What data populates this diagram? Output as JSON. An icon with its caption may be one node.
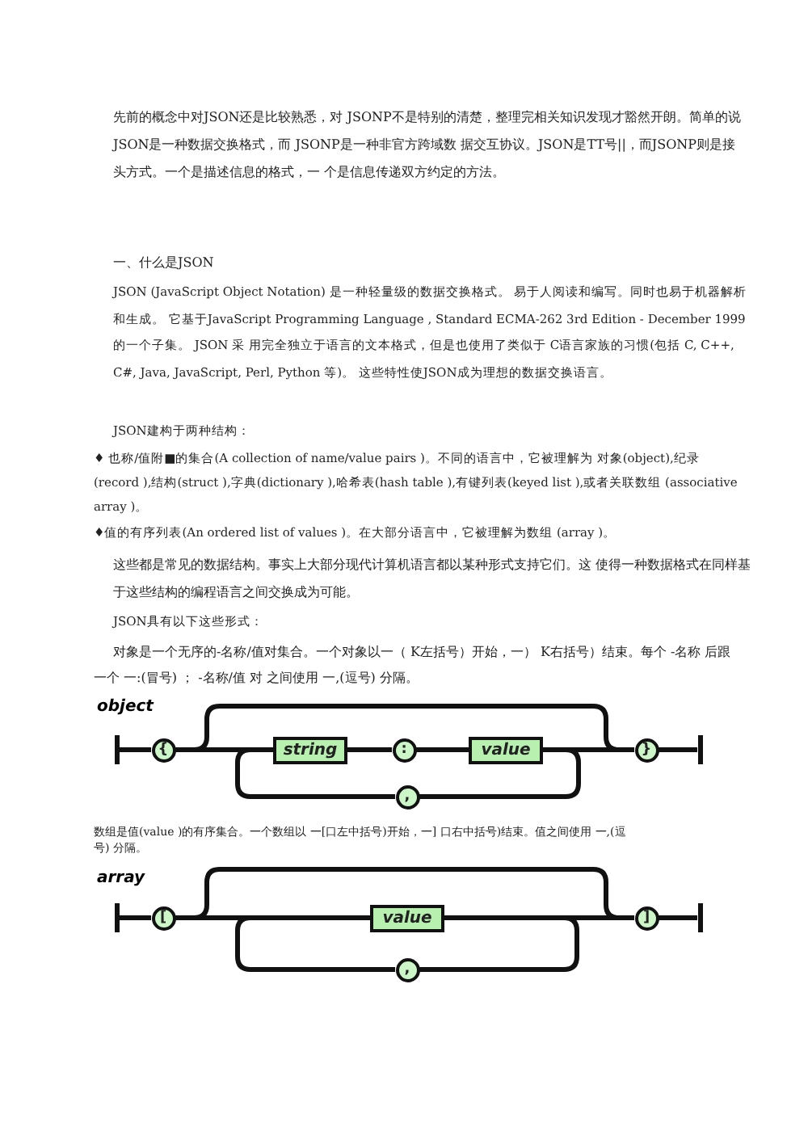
{
  "diagram": {
    "nodes": [
      {
        "text": [],
        "shape": "bar"
      },
      {
        "text": [
          "{"
        ]
      },
      {
        "text": [
          "string"
        ]
      },
      {
        "text": [
          ":"
        ]
      },
      {
        "text": [
          "value"
        ]
      },
      {
        "text": [
          "}"
        ]
      },
      {
        "text": [],
        "shape": "bar"
      },
      {
        "text": [
          ","
        ]
      },
      {
        "text": [],
        "shape": "bar"
      },
      {
        "text": [
          "["
        ]
      },
      {
        "text": [
          "value"
        ]
      },
      {
        "text": [
          "]"
        ]
      },
      {
        "text": [],
        "shape": "bar"
      },
      {
        "text": [
          ","
        ]
      }
    ],
    "edges": [
      {
        "from": 0,
        "to": 1,
        "arrow": "none"
      },
      {
        "from": 1,
        "to": 2,
        "arrow": "none"
      },
      {
        "from": 2,
        "to": 3,
        "arrow": "none"
      },
      {
        "from": 3,
        "to": 4,
        "arrow": "none"
      },
      {
        "from": 4,
        "to": 5,
        "arrow": "none"
      },
      {
        "from": 5,
        "to": 6,
        "arrow": "none"
      },
      {
        "from": 4,
        "to": 7,
        "arrow": "none"
      },
      {
        "from": 7,
        "to": 2,
        "arrow": "none"
      },
      {
        "from": 1,
        "to": 5,
        "arrow": "none"
      },
      {
        "from": 8,
        "to": 9,
        "arrow": "none"
      },
      {
        "from": 9,
        "to": 10,
        "arrow": "none"
      },
      {
        "from": 10,
        "to": 11,
        "arrow": "none"
      },
      {
        "from": 11,
        "to": 12,
        "arrow": "none"
      },
      {
        "from": 10,
        "to": 13,
        "arrow": "none"
      },
      {
        "from": 13,
        "to": 10,
        "arrow": "none"
      },
      {
        "from": 9,
        "to": 11,
        "arrow": "none"
      }
    ],
    "labels": [
      "先前的概念中对JSON还是比较熟悉，对 JSONP不是特别的清楚，整理完相关知识发现才豁然开朗。简单的说 JSON是一种数据交换格式，而 JSONP是一种非官方跨域数 据交互协议。JSON是TT号||，而JSONP则是接头方式。一个是描述信息的格式，一 个是信息传递双方约定的方法。",
      "一、什么是JSON",
      "JSON (JavaScript Object Notation) 是一种轻量级的数据交换格式。 易于人阅读和编写。同时也易于机器解析和生成。 它基于JavaScript Programming Language , Standard ECMA-262 3rd Edition - December 1999 的一个子集。 JSON 采 用完全独立于语言的文本格式，但是也使用了类似于 C语言家族的习惯(包括 C, C++, C#, Java, JavaScript, Perl, Python 等)。 这些特性使JSON成为理想的数据交换语言。",
      "JSON建构于两种结构：",
      "♦ 也称/值附■的集合(A collection of name/value pairs )。不同的语言中，它被理解为 对象(object),纪录(record ),结构(struct ),字典(dictionary ),哈希表(hash table ),有键列表(keyed list ),或者关联数组 (associative array )。",
      "♦值的有序列表(An ordered list of values )。在大部分语言中，它被理解为数组 (array )。",
      "这些都是常见的数据结构。事实上大部分现代计算机语言都以某种形式支持它们。这 使得一种数据格式在同样基于这些结构的编程语言之间交换成为可能。",
      "JSON具有以下这些形式：",
      "对象是一个无序的-名称/值对集合。一个对象以一（ K左括号）开始，一） K右括号）结束。每个 -名称 后跟一个 一:(冒号) ； -名称/值 对 之间使用 一,(逗号) 分隔。",
      "object",
      "数组是值(value )的有序集合。一个数组以 一[口左中括号)开始，一] 口右中括号)结束。值之间使用 一,(逗号) 分隔。",
      "array"
    ]
  }
}
